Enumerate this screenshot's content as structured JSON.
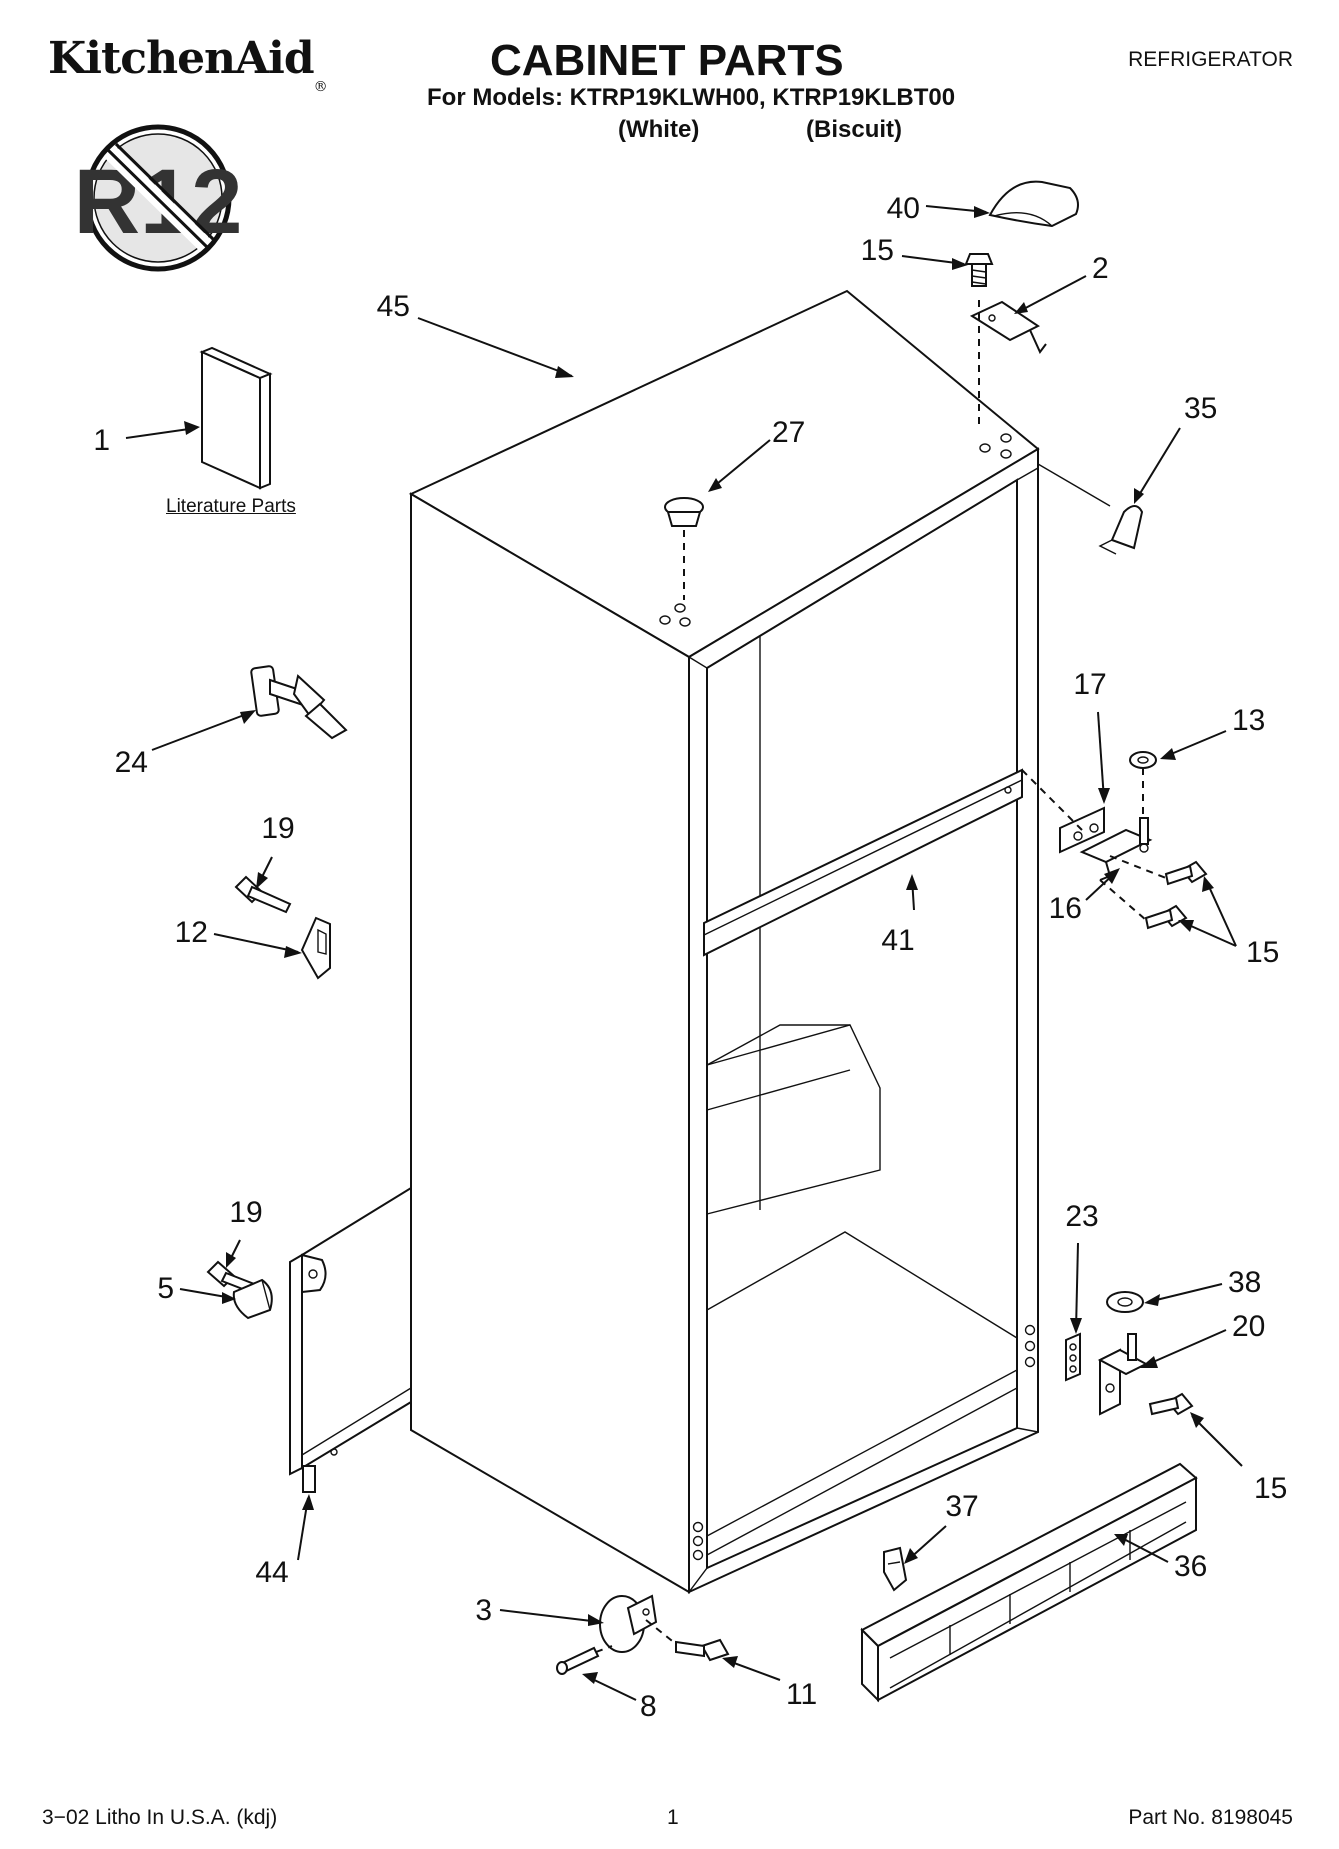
{
  "header": {
    "brand": "KitchenAid",
    "brand_mark": "®",
    "title": "CABINET PARTS",
    "product": "REFRIGERATOR",
    "models_line": "For Models: KTRP19KLWH00, KTRP19KLBT00",
    "variant_white": "(White)",
    "variant_biscuit": "(Biscuit)"
  },
  "badge": {
    "text": "R12",
    "icon": "no-r12-icon"
  },
  "literature_label": "Literature Parts",
  "callouts": {
    "c1": "1",
    "c2": "2",
    "c3": "3",
    "c5": "5",
    "c8": "8",
    "c11": "11",
    "c12": "12",
    "c13": "13",
    "c15a": "15",
    "c15b": "15",
    "c15c": "15",
    "c16": "16",
    "c17": "17",
    "c19a": "19",
    "c19b": "19",
    "c20": "20",
    "c23": "23",
    "c24": "24",
    "c27": "27",
    "c35": "35",
    "c36": "36",
    "c37": "37",
    "c38": "38",
    "c40": "40",
    "c41": "41",
    "c44": "44",
    "c45": "45"
  },
  "footer": {
    "litho": "3−02 Litho In U.S.A. (kdj)",
    "page": "1",
    "part_no": "Part No. 8198045"
  }
}
